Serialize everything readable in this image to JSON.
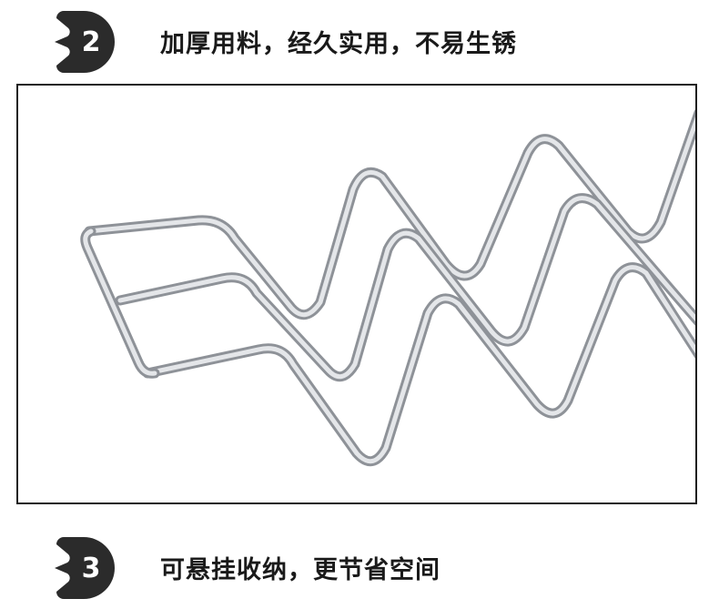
{
  "sections": [
    {
      "number": "2",
      "text": "加厚用料，经久实用，不易生锈"
    },
    {
      "number": "3",
      "text": "可悬挂收纳，更节省空间"
    }
  ],
  "colors": {
    "badge": "#2b2b2b",
    "heading": "#1a1a1a",
    "frame": "#1f1f1f",
    "metal": "#b9bcc1"
  },
  "image": {
    "subject": "metal-wire-wave-rack"
  }
}
